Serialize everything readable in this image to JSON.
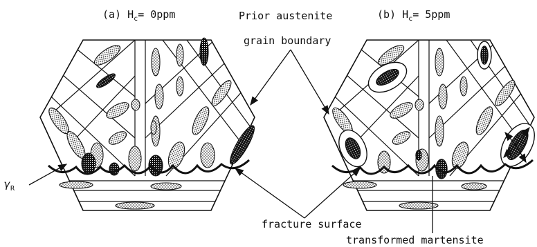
{
  "panels": [
    {
      "id": "a",
      "title": "(a) H",
      "subscript": "c",
      "suffix": "= 0ppm"
    },
    {
      "id": "b",
      "title": "(b) H",
      "subscript": "c",
      "suffix": "= 5ppm"
    }
  ],
  "labels": {
    "prior_line1": "Prior austenite",
    "prior_line2": "grain boundary",
    "gamma_symbol": "γ",
    "gamma_sub": "R",
    "fracture_surface": "fracture surface",
    "transformed_martensite": "transformed martensite"
  },
  "colors": {
    "ink": "#111111",
    "paper": "#ffffff"
  }
}
